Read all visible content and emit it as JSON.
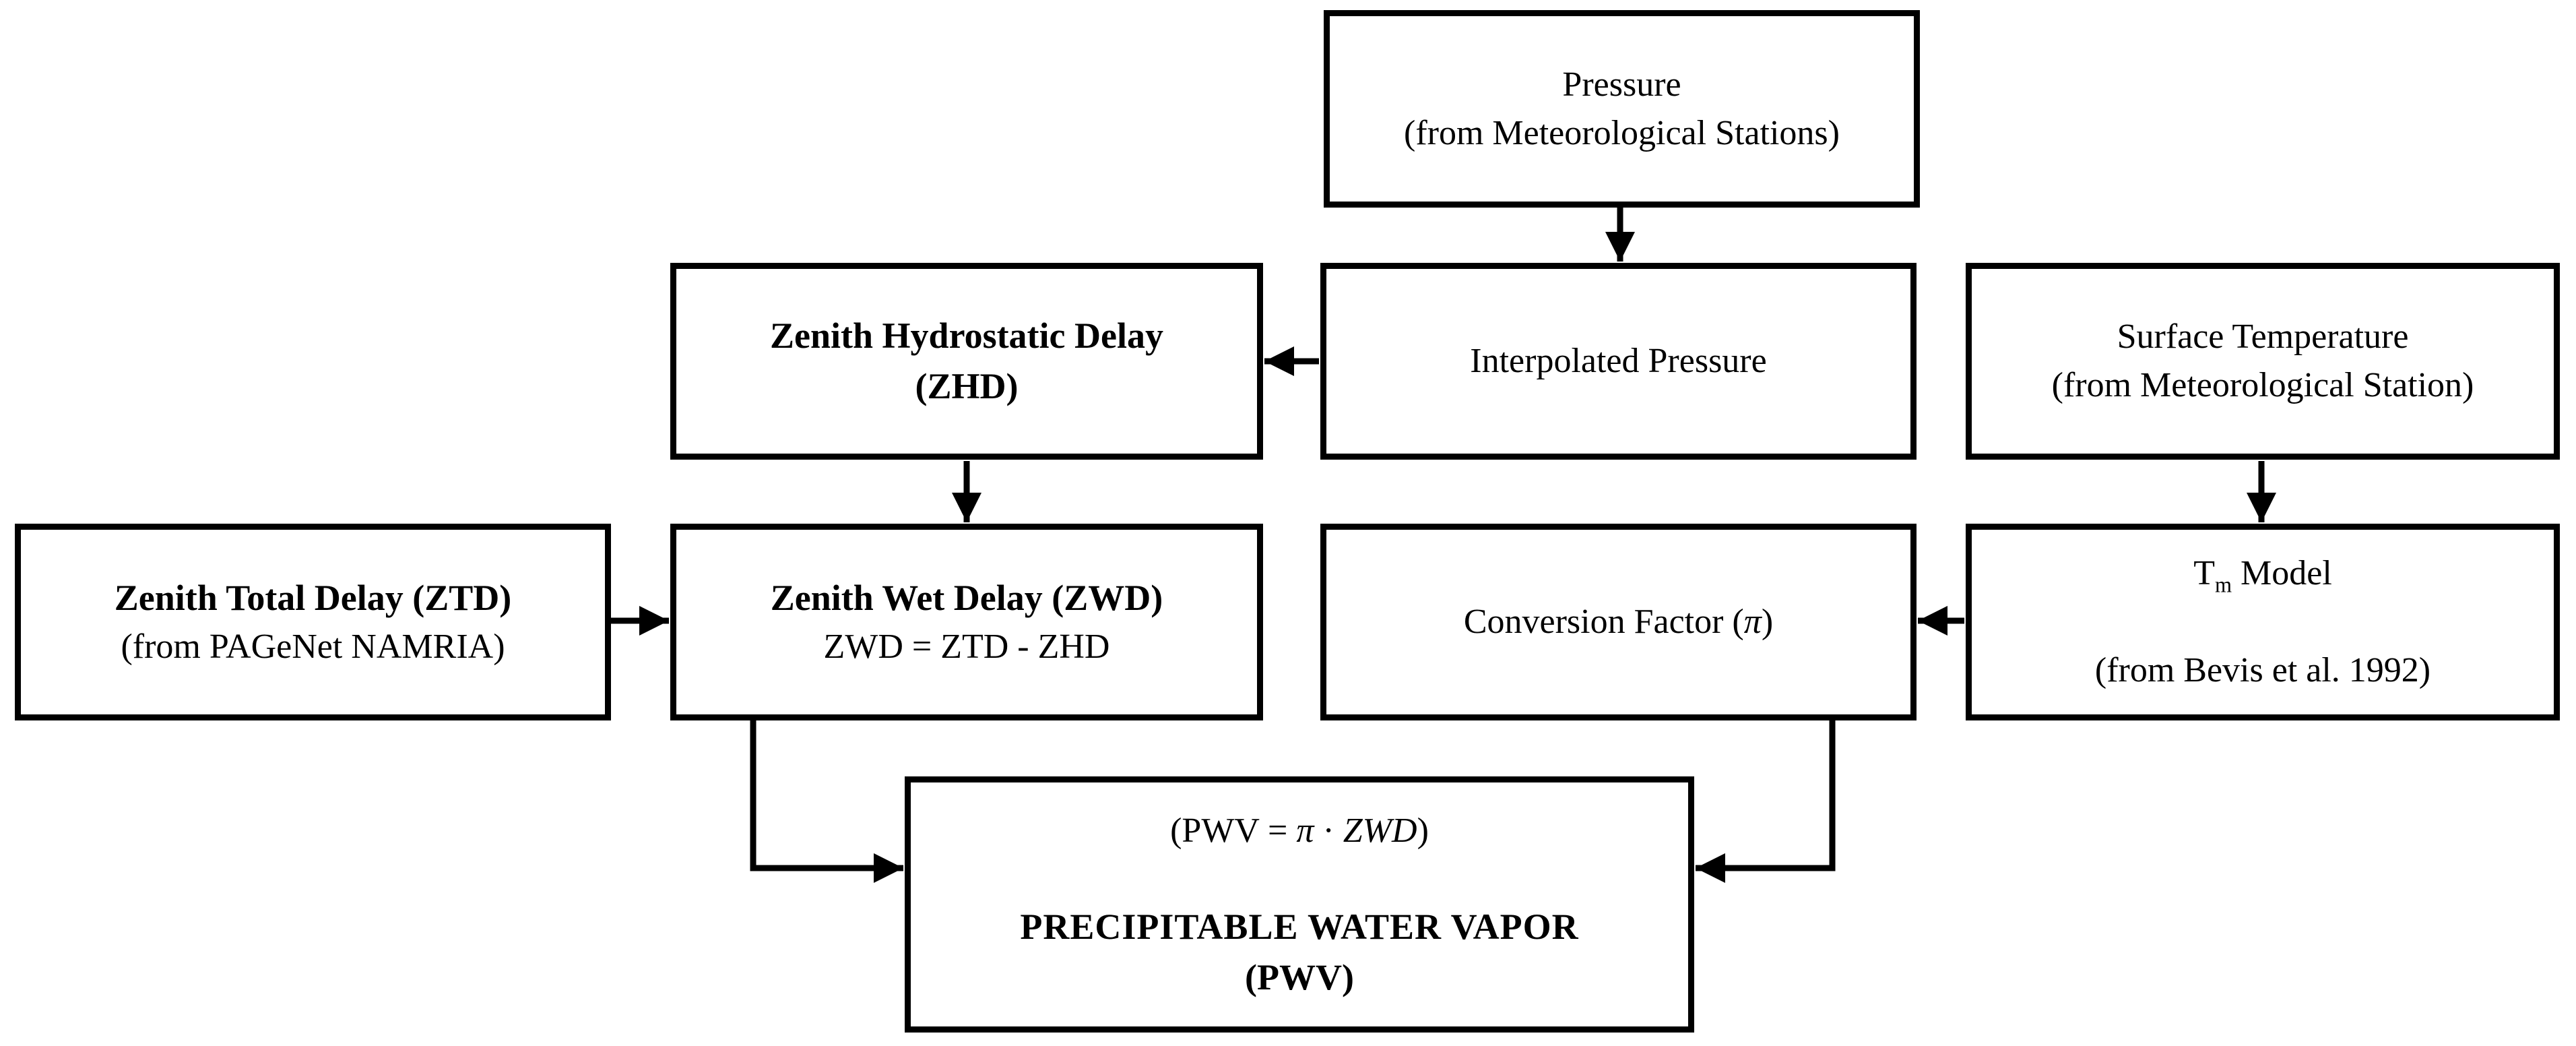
{
  "diagram": {
    "title_semantic": "PWV derivation flowchart",
    "colors": {
      "border": "#000000",
      "background": "#ffffff",
      "text": "#000000"
    },
    "boxes": {
      "pressure": {
        "line1": "Pressure",
        "line2": "(from Meteorological Stations)"
      },
      "zhd": {
        "line1": "Zenith Hydrostatic Delay",
        "line2": "(ZHD)"
      },
      "interpolated_pressure": {
        "line1": "Interpolated Pressure"
      },
      "surface_temperature": {
        "line1": "Surface Temperature",
        "line2": "(from Meteorological Station)"
      },
      "ztd": {
        "line1": "Zenith Total Delay (ZTD)",
        "line2": "(from PAGeNet NAMRIA)"
      },
      "zwd": {
        "line1": "Zenith Wet Delay (ZWD)",
        "line2": "ZWD = ZTD - ZHD"
      },
      "conversion_factor": {
        "prefix": "Conversion Factor (",
        "pi": "π",
        "suffix": ")"
      },
      "tm_model": {
        "t": "T",
        "sub": "m",
        "rest": " Model",
        "line2": "(from Bevis et al. 1992)"
      },
      "pwv": {
        "formula_open": "(PWV = ",
        "formula_pi": "π",
        "formula_dot": " · ",
        "formula_zwd": "ZWD",
        "formula_close": ")",
        "title": "PRECIPITABLE WATER VAPOR",
        "subtitle": "(PWV)"
      }
    },
    "edges": {
      "pressure_to_interpolated": "Pressure → Interpolated Pressure",
      "interpolated_to_zhd": "Interpolated Pressure → Zenith Hydrostatic Delay",
      "zhd_to_zwd": "Zenith Hydrostatic Delay → Zenith Wet Delay",
      "ztd_to_zwd": "Zenith Total Delay → Zenith Wet Delay",
      "surface_temp_to_tm": "Surface Temperature → Tm Model",
      "tm_to_conversion": "Tm Model → Conversion Factor",
      "zwd_to_pwv": "Zenith Wet Delay → Precipitable Water Vapor",
      "conversion_to_pwv": "Conversion Factor → Precipitable Water Vapor"
    }
  }
}
